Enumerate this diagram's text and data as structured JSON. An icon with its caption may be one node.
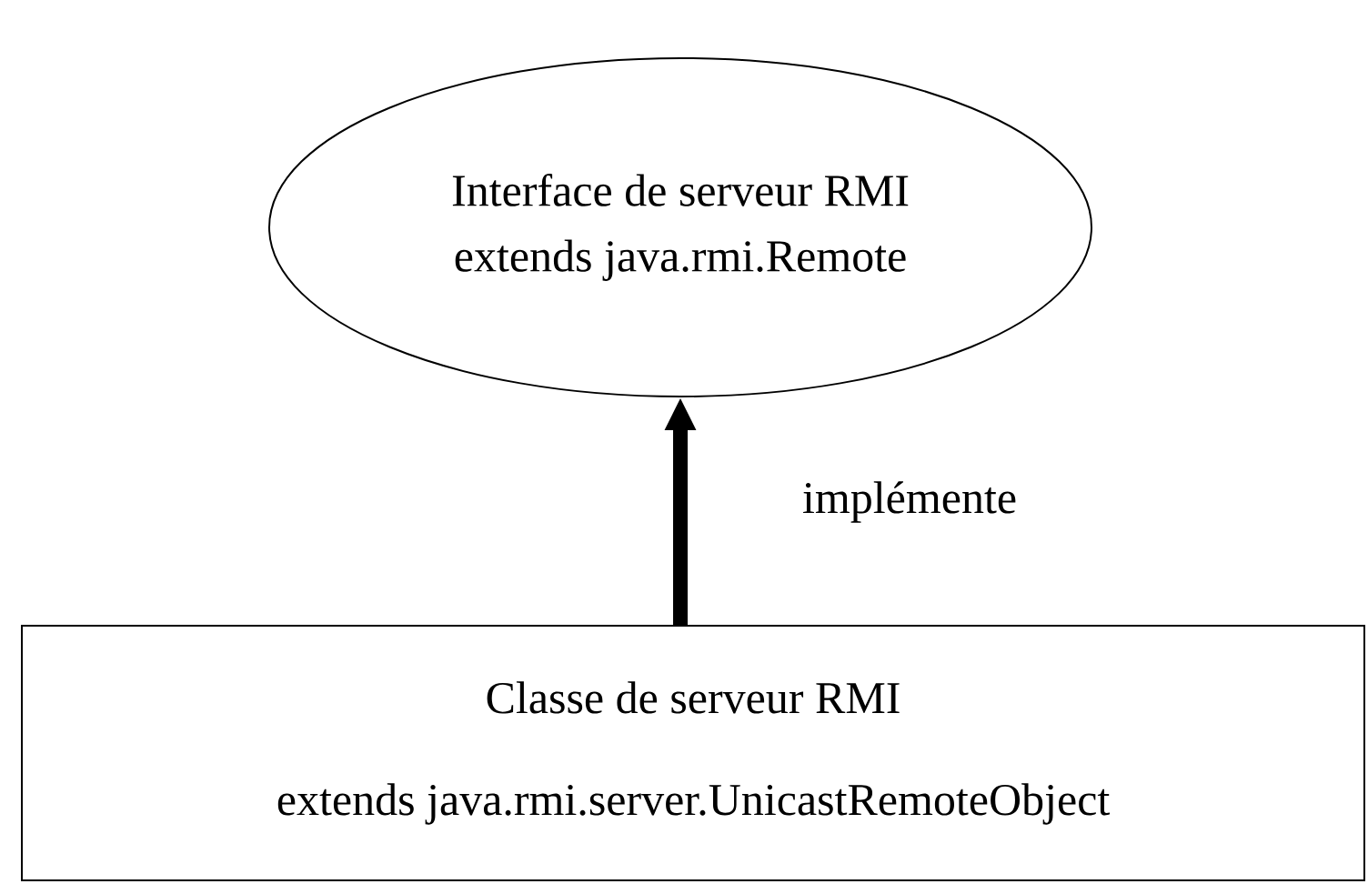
{
  "diagram": {
    "nodes": [
      {
        "text": [
          "Interface de serveur RMI",
          "extends java.rmi.Remote"
        ]
      },
      {
        "text": [
          "Classe de serveur RMI",
          "extends java.rmi.server.UnicastRemoteObject"
        ]
      }
    ],
    "edges": [
      {
        "from": 1,
        "to": 0,
        "arrow": "to",
        "label": "implémente"
      }
    ]
  }
}
